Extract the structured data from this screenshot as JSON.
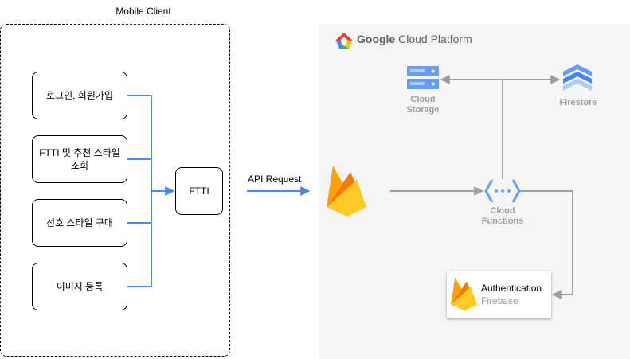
{
  "client": {
    "title": "Mobile Client",
    "features": [
      {
        "id": "login",
        "label": "로그인, 회원가입"
      },
      {
        "id": "browse",
        "label": "FTTI 및 추천 스타일 조회"
      },
      {
        "id": "purchase",
        "label": "선호 스타일 구매"
      },
      {
        "id": "image",
        "label": "이미지 등록"
      }
    ],
    "app_label": "FTTI"
  },
  "api_label": "API Request",
  "gcp": {
    "title_brand": "Google",
    "title_rest": " Cloud Platform"
  },
  "services": {
    "storage": [
      "Cloud",
      "Storage"
    ],
    "firestore": "Firestore",
    "functions": [
      "Cloud",
      "Functions"
    ],
    "auth_title": "Authentication",
    "auth_sub": "Firebase"
  },
  "colors": {
    "client_arrow": "#4a86e8",
    "gcp_arrow": "#9e9e9e",
    "gcp_blue": "#669df6",
    "firebase_yellow": "#ffca28",
    "firebase_orange": "#ffa000",
    "firebase_red": "#f57c00"
  }
}
